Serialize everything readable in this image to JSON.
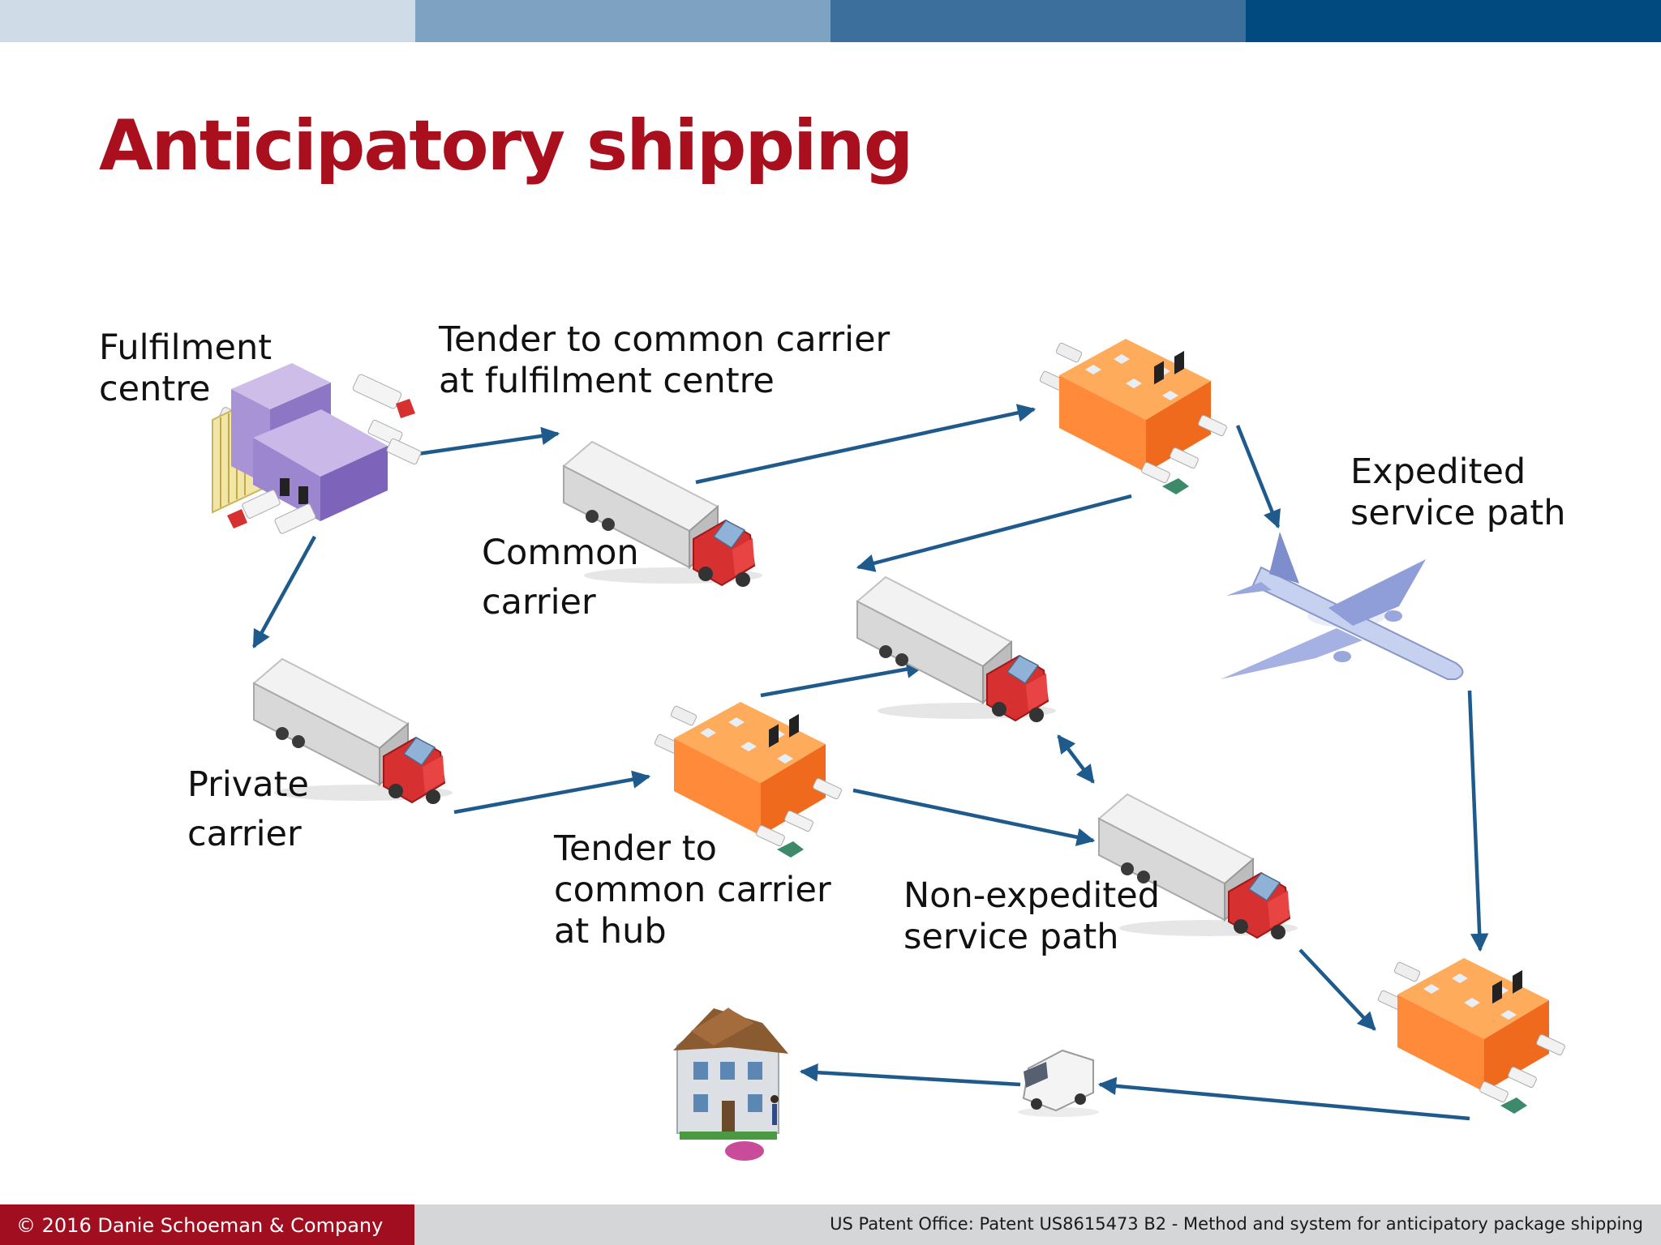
{
  "slide": {
    "title": "Anticipatory shipping",
    "colors": {
      "title": "#a90f1c",
      "arrow": "#1f5a8c",
      "topbar": [
        "#cfdbe6",
        "#7ea3c2",
        "#3d6f9d",
        "#004a80"
      ],
      "footer_left": "#a10e1f",
      "footer_right": "#d4d6d8"
    }
  },
  "labels": {
    "fulfilment_centre": "Fulfilment\ncentre",
    "tender_fc": "Tender to common carrier\nat fulfilment centre",
    "common_carrier": "Common\ncarrier",
    "expedited": "Expedited\nservice path",
    "private_carrier": "Private\ncarrier",
    "tender_hub": "Tender to\ncommon carrier\nat hub",
    "non_expedited": "Non-expedited\nservice path"
  },
  "icons": {
    "fulfilment_centre": "fulfilment-centre-warehouse-icon",
    "hub": "hub-warehouse-icon",
    "truck": "semi-truck-icon",
    "plane": "airplane-icon",
    "van": "delivery-van-icon",
    "house": "house-icon"
  },
  "footer": {
    "copyright": "© 2016 Danie Schoeman & Company",
    "source": "US Patent Office: Patent US8615473 B2 - Method and system for anticipatory package shipping"
  }
}
